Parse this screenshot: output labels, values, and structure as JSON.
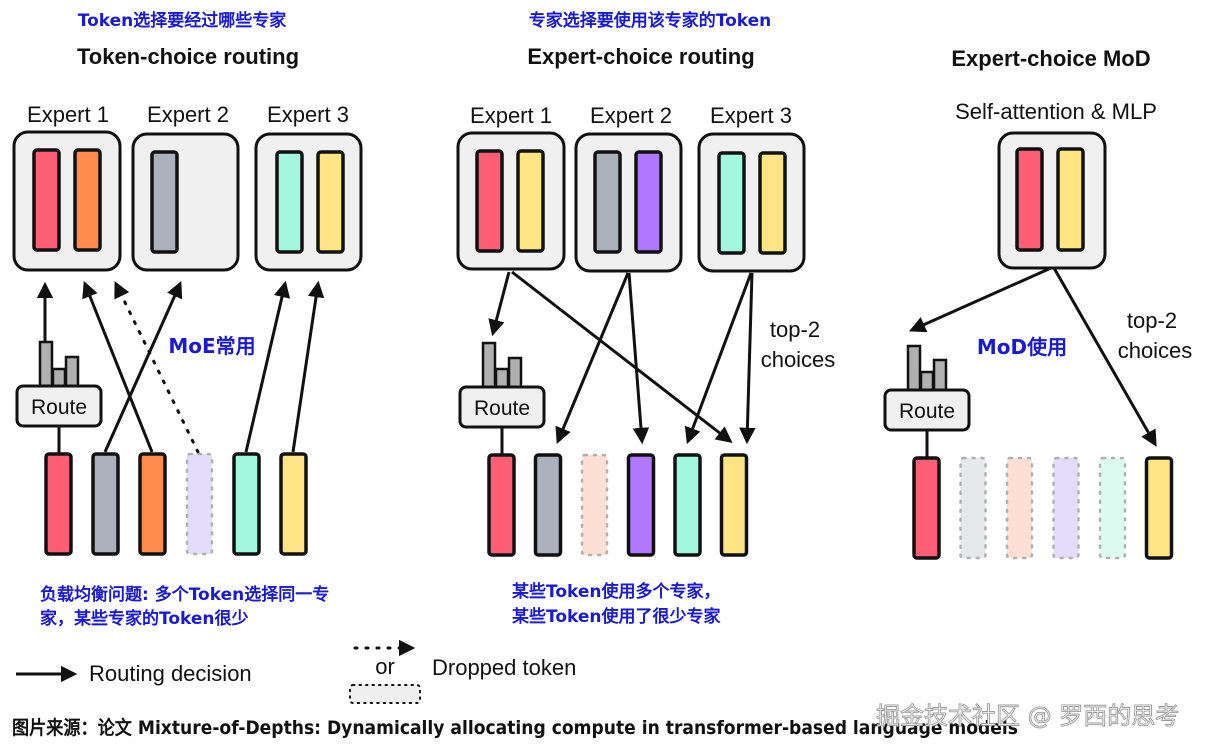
{
  "colors": {
    "red": "#fe5f77",
    "orange": "#ff8c4c",
    "gray": "#aab1bc",
    "mint": "#a3f7dd",
    "yellow": "#ffe484",
    "purple": "#b077ff",
    "lavender_faded": "#e4dcfb",
    "peach_faded": "#fde0d3",
    "gray_faded": "#e6e8eb",
    "mint_faded": "#ddfaf0",
    "annotation_blue": "#1a1ad0",
    "box_fill": "#f0f0f0"
  },
  "panels": [
    {
      "id": "token-choice",
      "annotation_top": "Token选择要经过哪些专家",
      "title": "Token-choice routing",
      "experts": [
        {
          "label": "Expert 1",
          "tokens": [
            "red",
            "orange"
          ]
        },
        {
          "label": "Expert 2",
          "tokens": [
            "gray"
          ]
        },
        {
          "label": "Expert 3",
          "tokens": [
            "mint",
            "yellow"
          ]
        }
      ],
      "route_label": "Route",
      "inputs": [
        {
          "color": "red",
          "dropped": false
        },
        {
          "color": "gray",
          "dropped": false
        },
        {
          "color": "orange",
          "dropped": false
        },
        {
          "color": "lavender_faded",
          "dropped": true
        },
        {
          "color": "mint",
          "dropped": false
        },
        {
          "color": "yellow",
          "dropped": false
        }
      ],
      "annotation_mid": "MoE常用",
      "annotation_bottom": [
        "负载均衡问题: 多个Token选择同一专",
        "家，某些专家的Token很少"
      ]
    },
    {
      "id": "expert-choice",
      "annotation_top": "专家选择要使用该专家的Token",
      "title": "Expert-choice routing",
      "experts": [
        {
          "label": "Expert 1",
          "tokens": [
            "red",
            "yellow"
          ]
        },
        {
          "label": "Expert 2",
          "tokens": [
            "gray",
            "purple"
          ]
        },
        {
          "label": "Expert 3",
          "tokens": [
            "mint",
            "yellow"
          ]
        }
      ],
      "route_label": "Route",
      "side_label": [
        "top-2",
        "choices"
      ],
      "inputs": [
        {
          "color": "red",
          "dropped": false
        },
        {
          "color": "gray",
          "dropped": false
        },
        {
          "color": "peach_faded",
          "dropped": true
        },
        {
          "color": "purple",
          "dropped": false
        },
        {
          "color": "mint",
          "dropped": false
        },
        {
          "color": "yellow",
          "dropped": false
        }
      ],
      "annotation_bottom": [
        "某些Token使用多个专家，",
        "某些Token使用了很少专家"
      ]
    },
    {
      "id": "expert-choice-mod",
      "title": "Expert-choice MoD",
      "block_label": "Self-attention & MLP",
      "block_tokens": [
        "red",
        "yellow"
      ],
      "route_label": "Route",
      "side_label": [
        "top-2",
        "choices"
      ],
      "annotation_mid": "MoD使用",
      "inputs": [
        {
          "color": "red",
          "dropped": false
        },
        {
          "color": "gray_faded",
          "dropped": true
        },
        {
          "color": "peach_faded",
          "dropped": true
        },
        {
          "color": "lavender_faded",
          "dropped": true
        },
        {
          "color": "mint_faded",
          "dropped": true
        },
        {
          "color": "yellow",
          "dropped": false
        }
      ]
    }
  ],
  "legend": {
    "routing_decision": "Routing decision",
    "or": "or",
    "dropped_token": "Dropped token"
  },
  "source_caption": "图片来源：论文 Mixture-of-Depths: Dynamically allocating compute in transformer-based language models",
  "watermark": "掘金技术社区 @ 罗西的思考"
}
